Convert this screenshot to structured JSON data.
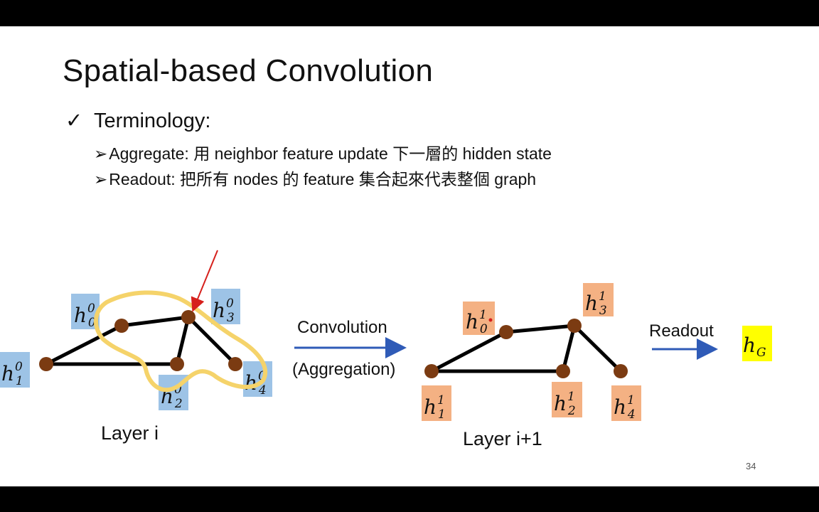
{
  "slide": {
    "title": "Spatial-based Convolution",
    "check_mark": "✓",
    "terminology": "Terminology:",
    "bullet_mark": "➢",
    "aggregate_line": "Aggregate: 用 neighbor feature update 下一層的 hidden state",
    "readout_line": "Readout: 把所有 nodes 的 feature 集合起來代表整個 graph",
    "page_number": "34"
  },
  "diagram": {
    "layer_i_label": "Layer i",
    "layer_i1_label": "Layer i+1",
    "convolution_label": "Convolution",
    "aggregation_label": "(Aggregation)",
    "readout_label": "Readout",
    "layer_i_nodes": [
      {
        "base": "h",
        "sub": "0",
        "sup": "0"
      },
      {
        "base": "h",
        "sub": "1",
        "sup": "0"
      },
      {
        "base": "h",
        "sub": "2",
        "sup": "0"
      },
      {
        "base": "h",
        "sub": "3",
        "sup": "0"
      },
      {
        "base": "h",
        "sub": "4",
        "sup": "0"
      }
    ],
    "layer_i1_nodes": [
      {
        "base": "h",
        "sub": "0",
        "sup": "1"
      },
      {
        "base": "h",
        "sub": "1",
        "sup": "1"
      },
      {
        "base": "h",
        "sub": "2",
        "sup": "1"
      },
      {
        "base": "h",
        "sub": "3",
        "sup": "1"
      },
      {
        "base": "h",
        "sub": "4",
        "sup": "1"
      }
    ],
    "graph_readout": {
      "base": "h",
      "sub": "G"
    },
    "colors": {
      "layer_i_box": "#9dc3e6",
      "layer_i1_box": "#f4b183",
      "readout_box": "#ffff00",
      "node": "#7b3b12",
      "arrow": "#2f5bb7",
      "annotation_loop": "#f5d36a",
      "annotation_arrow": "#d6201c"
    }
  }
}
